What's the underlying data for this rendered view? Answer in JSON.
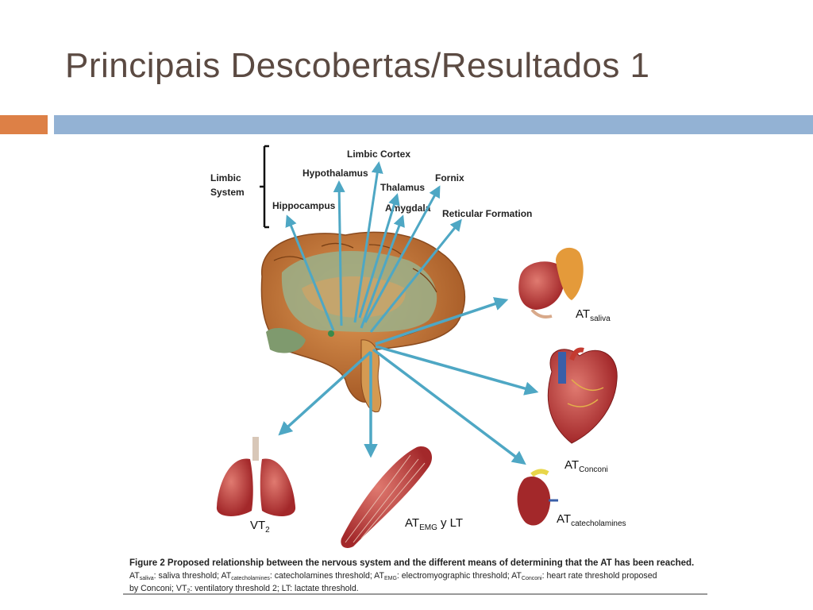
{
  "slide": {
    "title": "Principais Descobertas/Resultados 1"
  },
  "figure": {
    "bracket_label_line1": "Limbic",
    "bracket_label_line2": "System",
    "brain_labels": {
      "limbic_cortex": "Limbic Cortex",
      "hypothalamus": "Hypothalamus",
      "thalamus": "Thalamus",
      "fornix": "Fornix",
      "hippocampus": "Hippocampus",
      "amygdala": "Amygdala",
      "reticular_formation": "Reticular Formation"
    },
    "organ_labels": {
      "saliva_main": "AT",
      "saliva_sub": "saliva",
      "conconi_main": "AT",
      "conconi_sub": "Conconi",
      "catechol_main": "AT",
      "catechol_sub": "catecholamines",
      "vt_main": "VT",
      "vt_sub": "2",
      "emg_main": "AT",
      "emg_sub": "EMG",
      "emg_suffix": " y LT"
    },
    "caption": {
      "heading": "Figure 2",
      "heading_text": " Proposed relationship between the nervous system and the different means of determining that the AT has been reached.",
      "l1_p1": "AT",
      "l1_s1": "saliva",
      "l1_p2": ": saliva threshold; AT",
      "l1_s2": "catecholamines",
      "l1_p3": ": catecholamines threshold; AT",
      "l1_s3": "EMG",
      "l1_p4": ": electromyographic threshold; AT",
      "l1_s4": "Conconi",
      "l1_p5": ": heart rate threshold proposed",
      "l2_p1": "by Conconi; VT",
      "l2_s1": "2",
      "l2_p2": ": ventilatory threshold 2; LT: lactate threshold."
    },
    "colors": {
      "arrow": "#4ea7c4",
      "brain": "#c97a3a",
      "limbic": "#9bb089",
      "organ_red": "#b8312e"
    }
  }
}
